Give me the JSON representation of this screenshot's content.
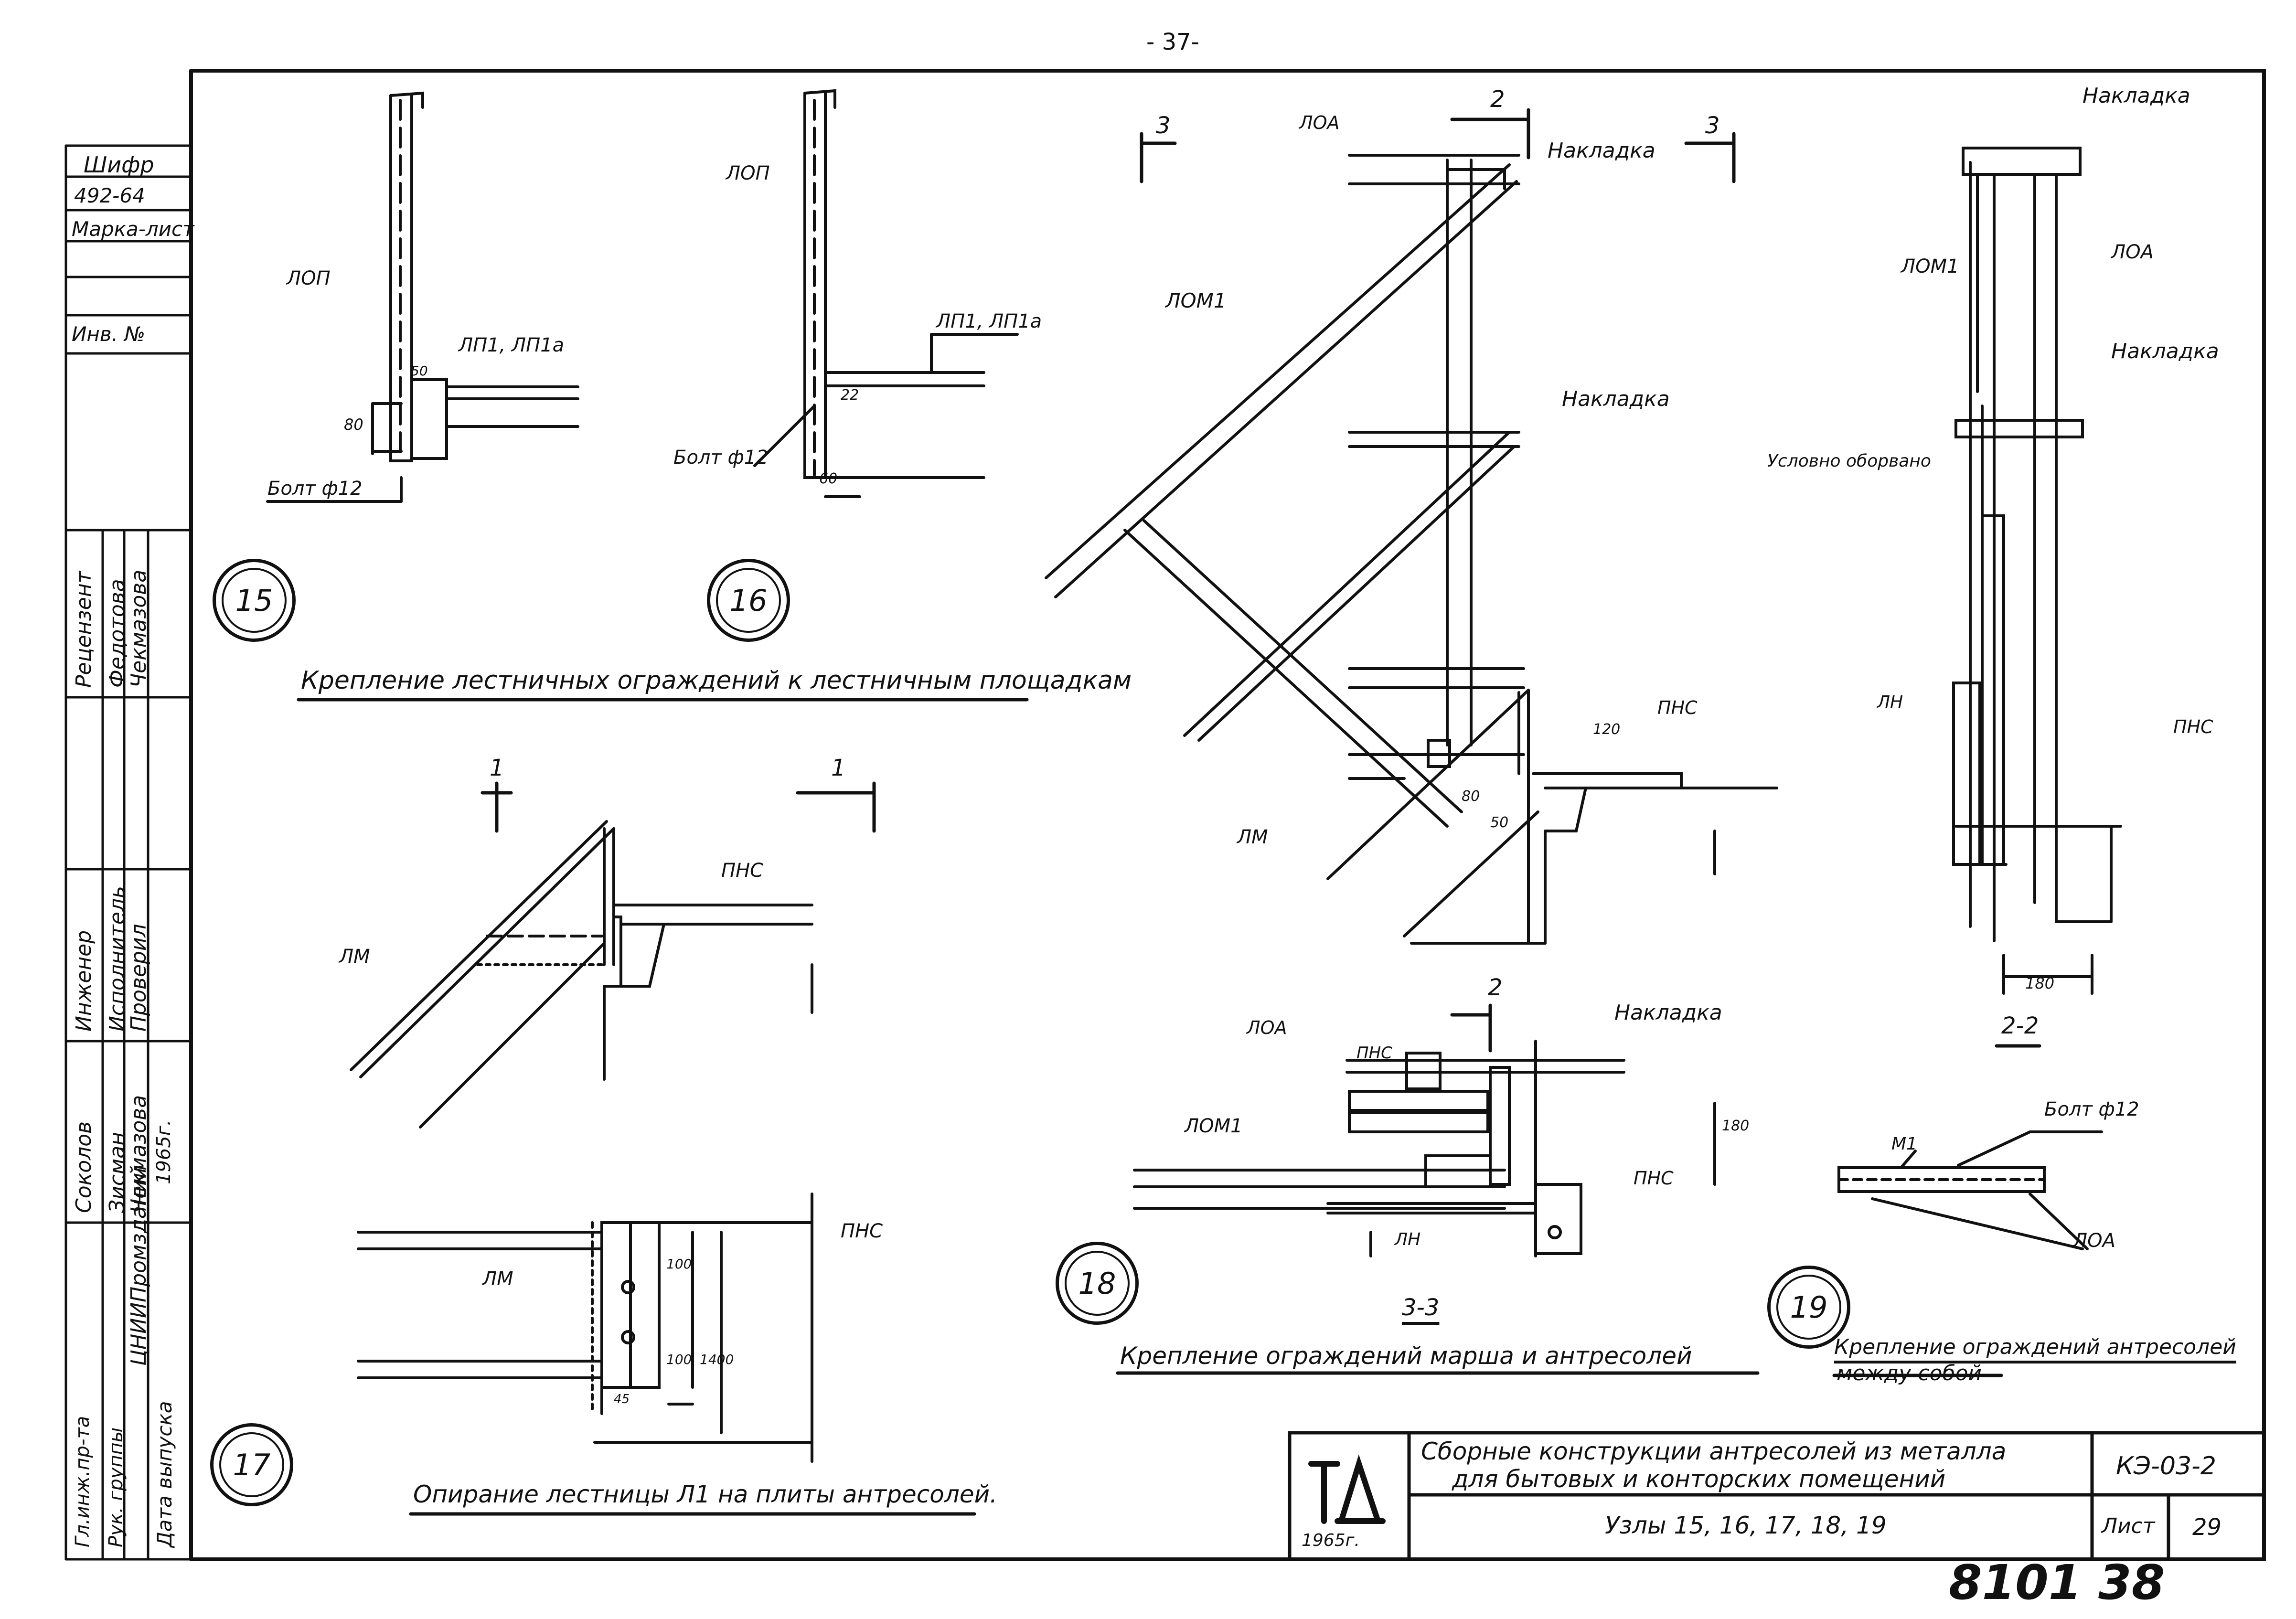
{
  "page_number": "- 37-",
  "stamp": {
    "cipher_label": "Шифр",
    "cipher_value": "492-64",
    "mark_sheet_label": "Марка-лист",
    "inv_label": "Инв. №",
    "col_roles": [
      "Гл.инж.пр-та",
      "Рук. группы",
      "Инженер",
      "Исполнитель",
      "Проверил",
      "Рецензент"
    ],
    "names": [
      "Соколов",
      "Зисман",
      "Чекмазова",
      "Федотова",
      "Чекмазова"
    ],
    "org": "ЦНИИПромзданий",
    "year": "1965г.",
    "release": "Дата выпуска"
  },
  "labels": {
    "lop_15": "ЛОП",
    "lp1_15": "ЛП1, ЛП1а",
    "dim50_15": "50",
    "dim80_15": "80",
    "bolt_15": "Болт ф12",
    "lop_16": "ЛОП",
    "lp1_16": "ЛП1, ЛП1а",
    "dim22_16": "22",
    "bolt_16": "Болт ф12",
    "dim60_16": "60",
    "cap_15_16": "Крепление лестничных ограждений к лестничным площадкам",
    "sec1_left": "1",
    "sec1_right": "1",
    "lm_17": "ЛМ",
    "pns_17": "ПНС",
    "lm_17b": "ЛМ",
    "pns_17b": "ПНС",
    "d100a": "100",
    "d100b": "100",
    "d1400": "1400",
    "d45": "45",
    "cap_17": "Опирание лестницы Л1 на плиты антресолей.",
    "sec3_left": "3",
    "sec2_top": "2",
    "sec3_right": "3",
    "loa_18": "ЛОА",
    "nakl_18a": "Накладка",
    "lom1_18": "ЛОМ1",
    "nakl_18b": "Накладка",
    "pns_18": "ПНС",
    "d120": "120",
    "lm_18": "ЛМ",
    "d80_18": "80",
    "d50_18": "50",
    "sec2_bottom": "2",
    "loa_33": "ЛОА",
    "pns_33a": "ПНС",
    "nakl_33": "Накладка",
    "lom1_33": "ЛОМ1",
    "d180_33": "180",
    "pns_33b": "ПНС",
    "ln_33": "ЛН",
    "sec_33": "3-3",
    "cap_18": "Крепление ограждений марша и антресолей",
    "nakl_22a": "Накладка",
    "lom1_22": "ЛОМ1",
    "loa_22": "ЛОА",
    "nakl_22b": "Накладка",
    "cut_22": "Условно оборвано",
    "ln_22": "ЛН",
    "pns_22": "ПНС",
    "d180_22": "180",
    "sec_22": "2-2",
    "bolt_19": "Болт ф12",
    "m1_19": "М1",
    "loa_19": "ЛОА",
    "cap_19a": "Крепление ограждений антресолей",
    "cap_19b": "между собой",
    "nodes": [
      "15",
      "16",
      "17",
      "18",
      "19"
    ]
  },
  "title_block": {
    "logo": "ТД",
    "logo_year": "1965г.",
    "title_line1": "Сборные конструкции антресолей из металла",
    "title_line2": "для бытовых и конторских помещений",
    "subtitle": "Узлы 15, 16, 17, 18, 19",
    "code": "КЭ-03-2",
    "sheet_label": "Лист",
    "sheet_no": "29"
  },
  "archive_number": "8101 38"
}
